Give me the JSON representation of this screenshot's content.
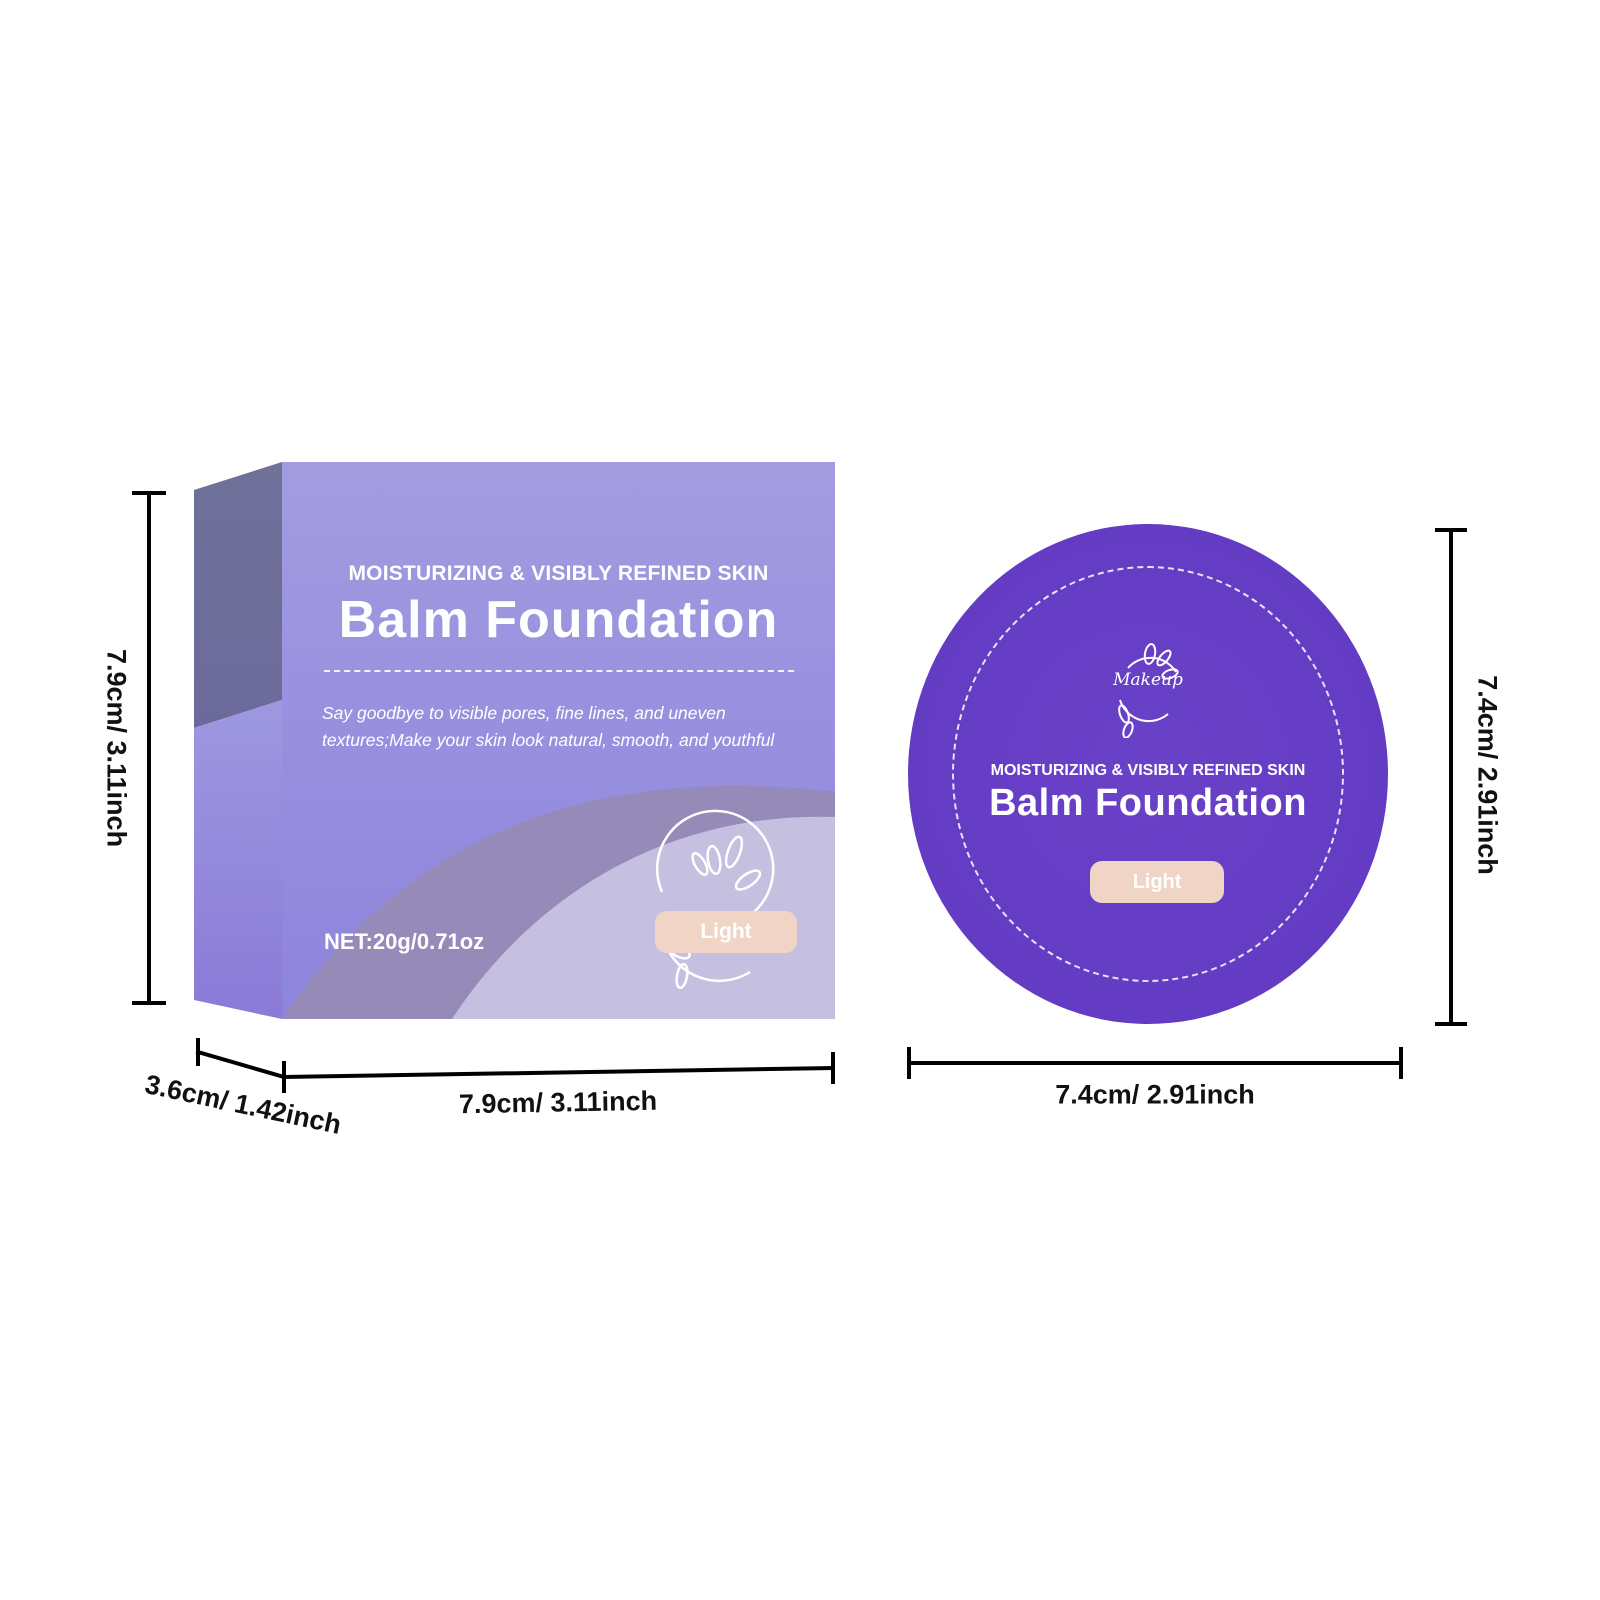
{
  "box": {
    "tagline": "MOISTURIZING & VISIBLY REFINED SKIN",
    "title": "Balm Foundation",
    "description_line1": "Say goodbye to visible pores, fine lines, and uneven",
    "description_line2": "textures;Make your skin look natural, smooth, and youthful",
    "net": "NET:20g/0.71oz",
    "shade": "Light"
  },
  "jar": {
    "logo_text": "Makeup",
    "tagline": "MOISTURIZING & VISIBLY REFINED SKIN",
    "title": "Balm Foundation",
    "shade": "Light"
  },
  "dimensions": {
    "box_height": "7.9cm/ 3.11inch",
    "box_width": "7.9cm/ 3.11inch",
    "box_depth": "3.6cm/ 1.42inch",
    "jar_height": "7.4cm/ 2.91inch",
    "jar_width": "7.4cm/ 2.91inch"
  },
  "colors": {
    "box_front": "#9a92df",
    "box_side": "#6e6f9b",
    "jar": "#643cc4",
    "shade_pill": "#f0d4c6"
  }
}
